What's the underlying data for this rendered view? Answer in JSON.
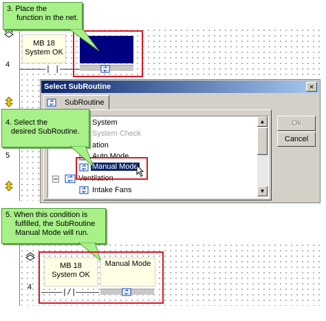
{
  "callouts": {
    "step3": [
      "3. Place the",
      "function in the net."
    ],
    "step4": [
      "4. Select the",
      "desired SubRoutine."
    ],
    "step5": [
      "5. When this condition is",
      "fulfilled, the SubRoutine",
      "Manual Mode will run."
    ]
  },
  "net_top": {
    "row_number": "4",
    "block_label": [
      "MB 18",
      "System OK"
    ],
    "contact_symbol": "—| |—"
  },
  "dialog": {
    "title": "Select SubRoutine",
    "tab_label": "SubRoutine",
    "ok_label": "Ok",
    "cancel_label": "Cancel",
    "close_label": "×",
    "tree_items": [
      "System",
      "System Check",
      "ation",
      "Auto Mode",
      "Manual Mode",
      "Ventilation",
      "Intake Fans"
    ]
  },
  "side_rows": {
    "mid_number": "5"
  },
  "net_bottom": {
    "row_number": "4",
    "block_label": [
      "MB 18",
      "System OK"
    ],
    "subroutine_label": "Manual Mode",
    "contact_symbol": "—|/|—"
  },
  "colors": {
    "callout_bg": "#a8f088",
    "highlight_red": "#e0141e",
    "selected_block": "#000080",
    "titlebar": "#0a246a"
  }
}
